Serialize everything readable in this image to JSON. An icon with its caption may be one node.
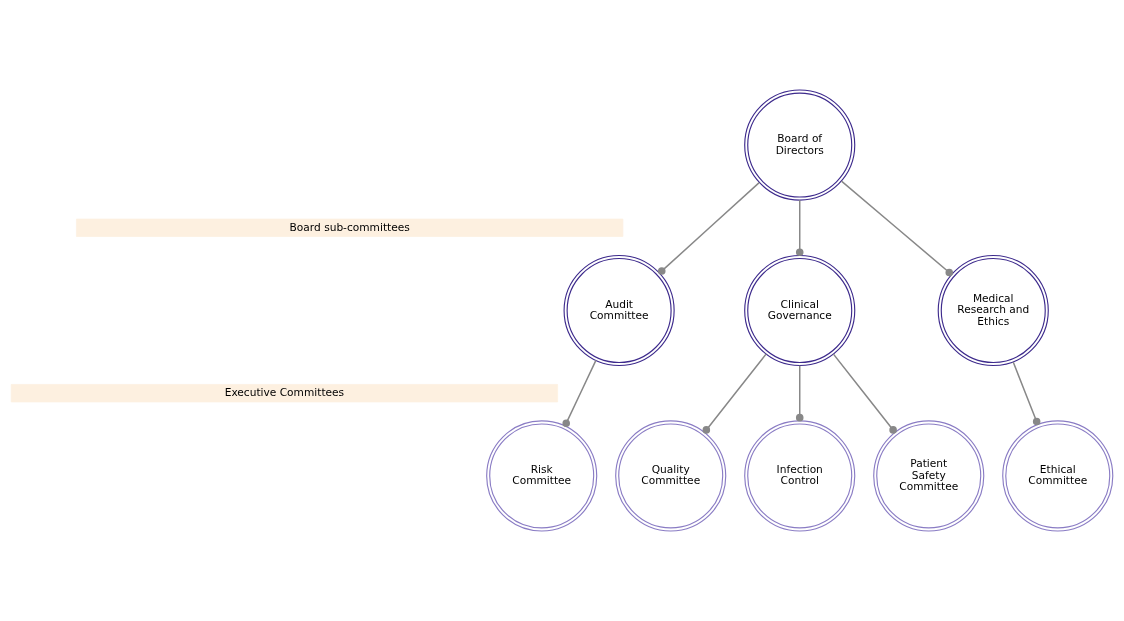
{
  "diagram": {
    "nodes": [
      {
        "text": [
          "Board of Directors"
        ]
      },
      {
        "text": [
          "Board sub-committees"
        ]
      },
      {
        "text": [
          "Audit Committee"
        ]
      },
      {
        "text": [
          "Clinical Governance"
        ]
      },
      {
        "text": [
          "Medical Research and Ethics"
        ]
      },
      {
        "text": [
          "Executive Committees"
        ]
      },
      {
        "text": [
          "Risk Committee"
        ]
      },
      {
        "text": [
          "Quality Committee"
        ]
      },
      {
        "text": [
          "Infection Control"
        ]
      },
      {
        "text": [
          "Patient Safety Committee"
        ]
      },
      {
        "text": [
          "Ethical Committee"
        ]
      }
    ],
    "edges": [
      {
        "from": 0,
        "to": 2,
        "arrow": "other"
      },
      {
        "from": 0,
        "to": 3,
        "arrow": "other"
      },
      {
        "from": 0,
        "to": 4,
        "arrow": "other"
      },
      {
        "from": 2,
        "to": 6,
        "arrow": "other"
      },
      {
        "from": 3,
        "to": 7,
        "arrow": "other"
      },
      {
        "from": 3,
        "to": 8,
        "arrow": "other"
      },
      {
        "from": 3,
        "to": 9,
        "arrow": "other"
      },
      {
        "from": 4,
        "to": 10,
        "arrow": "other"
      }
    ]
  }
}
